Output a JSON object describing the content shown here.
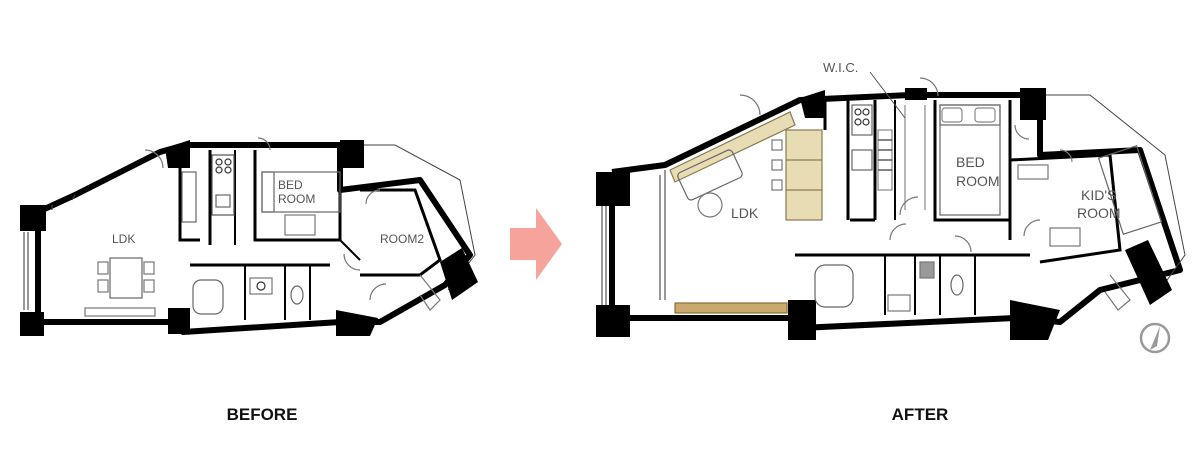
{
  "before": {
    "caption": "BEFORE",
    "labels": {
      "ldk": "LDK",
      "bed_room_line1": "BED",
      "bed_room_line2": "ROOM",
      "room2": "ROOM2"
    }
  },
  "after": {
    "caption": "AFTER",
    "labels": {
      "wic": "W.I.C.",
      "ldk": "LDK",
      "bed_room_line1": "BED",
      "bed_room_line2": "ROOM",
      "kids_room_line1": "KID'S",
      "kids_room_line2": "ROOM"
    }
  },
  "colors": {
    "wall": "#000000",
    "line": "#333333",
    "fixture": "#777777",
    "arrow": "#f5a39b",
    "wood": "#e8dcb5",
    "floor_strip": "#c9a96e",
    "label": "#555555"
  },
  "icons": {
    "arrow": "right-arrow-icon",
    "compass": "compass-north-icon"
  }
}
